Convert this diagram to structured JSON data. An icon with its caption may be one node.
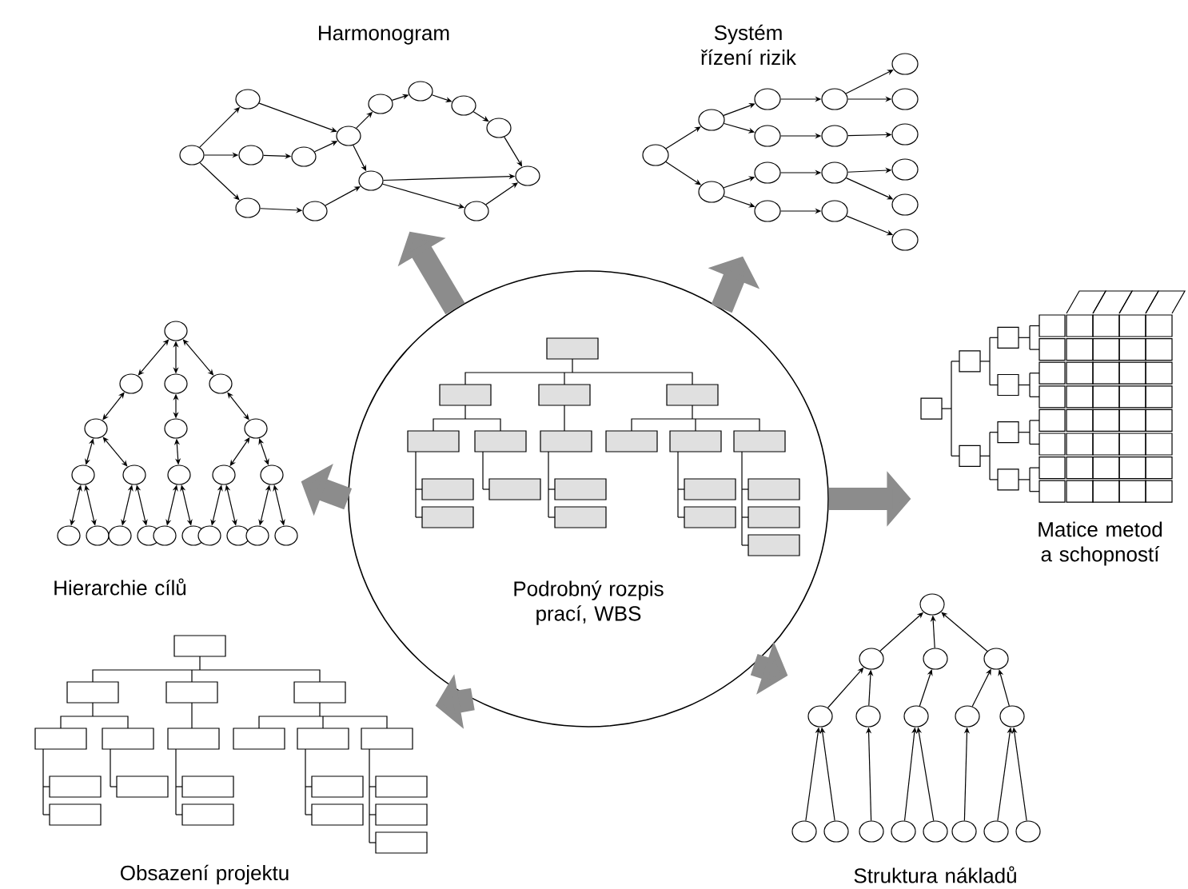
{
  "diagram": {
    "nodes": [
      {
        "text": [
          "Podrobný rozpis prací, WBS"
        ]
      },
      {
        "text": [],
        "shape": "picture",
        "beside": [
          "Harmonogram"
        ]
      },
      {
        "text": [],
        "shape": "picture",
        "beside": [
          "Systém řízení rizik"
        ]
      },
      {
        "text": [],
        "shape": "picture",
        "beside": [
          "Matice metod a schopností"
        ]
      },
      {
        "text": [],
        "shape": "picture",
        "beside": [
          "Struktura nákladů"
        ]
      },
      {
        "text": [],
        "shape": "picture",
        "beside": [
          "Obsazení projektu"
        ]
      },
      {
        "text": [],
        "shape": "picture",
        "beside": [
          "Hierarchie cílů"
        ]
      }
    ],
    "edges": [
      {
        "from": 0,
        "to": 1,
        "arrow": "to"
      },
      {
        "from": 0,
        "to": 2,
        "arrow": "to"
      },
      {
        "from": 0,
        "to": 3,
        "arrow": "to"
      },
      {
        "from": 0,
        "to": 4,
        "arrow": "to"
      },
      {
        "from": 0,
        "to": 5,
        "arrow": "to"
      },
      {
        "from": 0,
        "to": 6,
        "arrow": "to"
      }
    ]
  }
}
